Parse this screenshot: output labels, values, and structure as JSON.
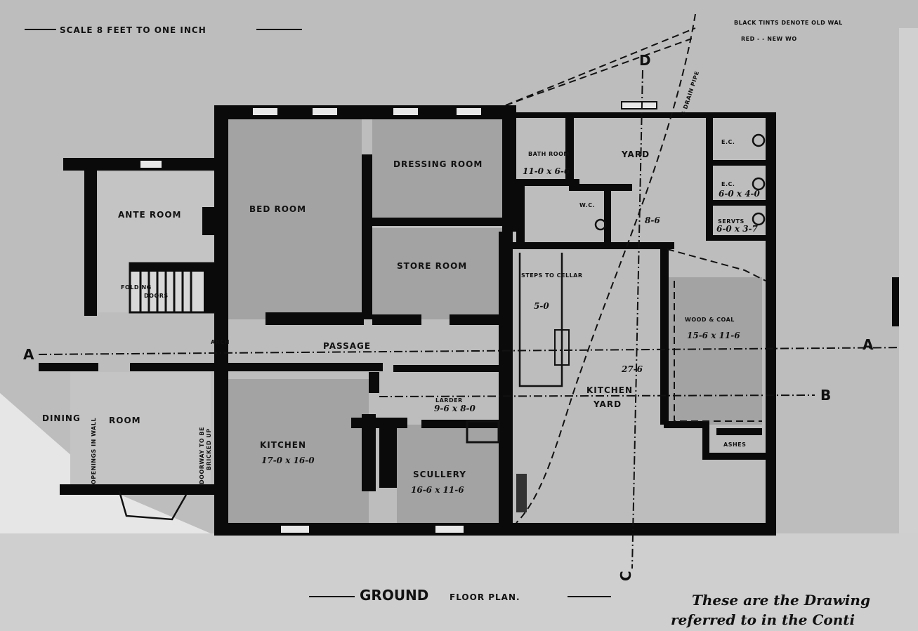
{
  "header": {
    "scale": "SCALE 8 FEET TO ONE INCH",
    "legend_line1": "BLACK TINTS DENOTE OLD WAL",
    "legend_line2": "RED  -  -  NEW WO"
  },
  "title": {
    "ground": "GROUND",
    "floor_plan": "FLOOR PLAN."
  },
  "handwriting": {
    "line1": "These are the Drawing",
    "line2": "referred to in the Conti"
  },
  "section_markers": {
    "a_left": "A",
    "a_right": "A",
    "b": "B",
    "c": "C",
    "d": "D"
  },
  "rooms": {
    "ante_room": "ANTE ROOM",
    "bed_room": "BED ROOM",
    "dressing_room": "DRESSING ROOM",
    "bath_room": "BATH ROOM",
    "bath_dim": "11-0 x 6-6",
    "yard_top": "YARD",
    "ec1": "E.C.",
    "ec2": "E.C.",
    "ec2_dim": "6-0 x 4-0",
    "servts": "SERVTS",
    "servts_dim": "6-0 x 3-7",
    "wc": "W.C.",
    "yard_dim": "8-6",
    "store_room": "STORE ROOM",
    "steps_cellar": "STEPS TO CELLAR",
    "cellar_dim": "5-0",
    "passage": "PASSAGE",
    "arch": "ARCH",
    "larder": "LARDER",
    "larder_dim": "9-6 x 8-0",
    "wood_coal": "WOOD & COAL",
    "wood_coal_dim": "15-6 x 11-6",
    "kitchen_yard_1": "KITCHEN",
    "kitchen_yard_2": "YARD",
    "yard_length": "27-6",
    "ashes": "ASHES",
    "dining_room": "DINING",
    "dining_room_2": "ROOM",
    "kitchen": "KITCHEN",
    "kitchen_dim": "17-0 x 16-0",
    "scullery": "SCULLERY",
    "scullery_dim": "16-6 x 11-6",
    "folding_doors_1": "FOLDING",
    "folding_doors_2": "DOORS",
    "dining_note": "OPENINGS IN WALL",
    "side_note_1": "DOORWAY TO BE",
    "side_note_2": "BRICKED UP",
    "drain": "6 DRAIN PIPE"
  }
}
